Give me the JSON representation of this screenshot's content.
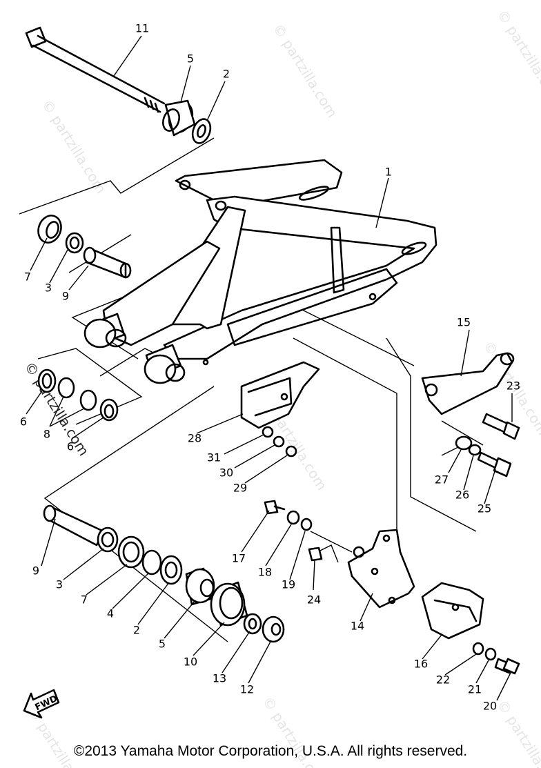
{
  "callouts": [
    "1",
    "2",
    "3",
    "4",
    "5",
    "6",
    "7",
    "8",
    "9",
    "10",
    "11",
    "12",
    "13",
    "14",
    "15",
    "16",
    "17",
    "18",
    "19",
    "20",
    "21",
    "22",
    "23",
    "24",
    "25",
    "26",
    "27",
    "28",
    "29",
    "30",
    "31"
  ],
  "watermark": "© partzilla.com",
  "fwd_label": "FWD",
  "copyright": "©2013 Yamaha Motor Corporation, U.S.A. All rights reserved."
}
